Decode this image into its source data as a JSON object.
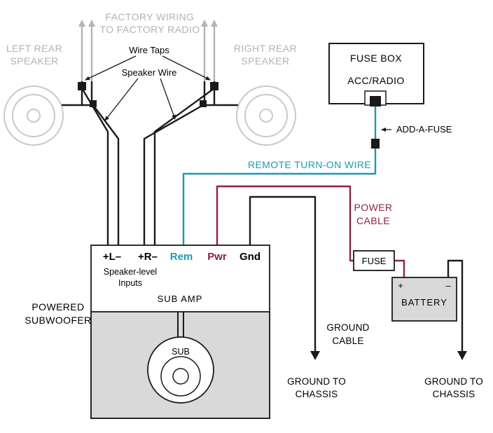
{
  "colors": {
    "wire": "#1a1a1a",
    "remote": "#1d9ab0",
    "power": "#8e2045",
    "factory": "#b3b3b3",
    "speaker_outline": "#c9c9c9",
    "panel_fill": "#d9d9d9"
  },
  "factory_wiring": {
    "line1": "FACTORY WIRING",
    "line2": "TO FACTORY RADIO"
  },
  "speakers": {
    "left": {
      "line1": "LEFT REAR",
      "line2": "SPEAKER"
    },
    "right": {
      "line1": "RIGHT REAR",
      "line2": "SPEAKER"
    }
  },
  "annotations": {
    "wire_taps": "Wire Taps",
    "speaker_wire": "Speaker Wire",
    "add_a_fuse": "ADD-A-FUSE",
    "remote_turn_on": "REMOTE TURN-ON WIRE",
    "power_cable": {
      "line1": "POWER",
      "line2": "CABLE"
    },
    "ground_cable": {
      "line1": "GROUND",
      "line2": "CABLE"
    },
    "ground_chassis_amp": {
      "line1": "GROUND TO",
      "line2": "CHASSIS"
    },
    "ground_chassis_battery": {
      "line1": "GROUND TO",
      "line2": "CHASSIS"
    }
  },
  "fuse_box": {
    "title": "FUSE BOX",
    "circuit": "ACC/RADIO"
  },
  "inline_fuse": {
    "label": "FUSE"
  },
  "battery": {
    "label": "BATTERY",
    "positive": "+",
    "negative": "–"
  },
  "amp": {
    "terminals": [
      {
        "label": "+L–"
      },
      {
        "label": "+R–"
      },
      {
        "label": "Rem"
      },
      {
        "label": "Pwr"
      },
      {
        "label": "Gnd"
      }
    ],
    "inputs": {
      "line1": "Speaker-level",
      "line2": "Inputs"
    },
    "title": "SUB AMP",
    "subwoofer_label": "SUB",
    "caption": {
      "line1": "POWERED",
      "line2": "SUBWOOFER"
    }
  }
}
